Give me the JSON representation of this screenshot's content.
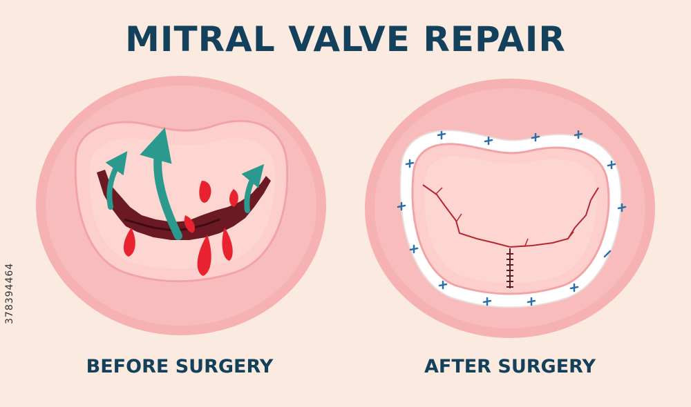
{
  "title": "MITRAL VALVE REPAIR",
  "panels": {
    "before": {
      "label": "BEFORE SURGERY"
    },
    "after": {
      "label": "AFTER SURGERY"
    }
  },
  "image_id_text": "378394464",
  "colors": {
    "background": "#fbeae0",
    "title": "#13405a",
    "tissue_outer": "#f7b3b5",
    "tissue_inner": "#fcd2cf",
    "leaflet_dark": "#6b1a23",
    "blood": "#e8222e",
    "regurgitation_arrow": "#2a9a8e",
    "annuloplasty_ring": "#ffffff",
    "suture": "#2c6fa8"
  }
}
